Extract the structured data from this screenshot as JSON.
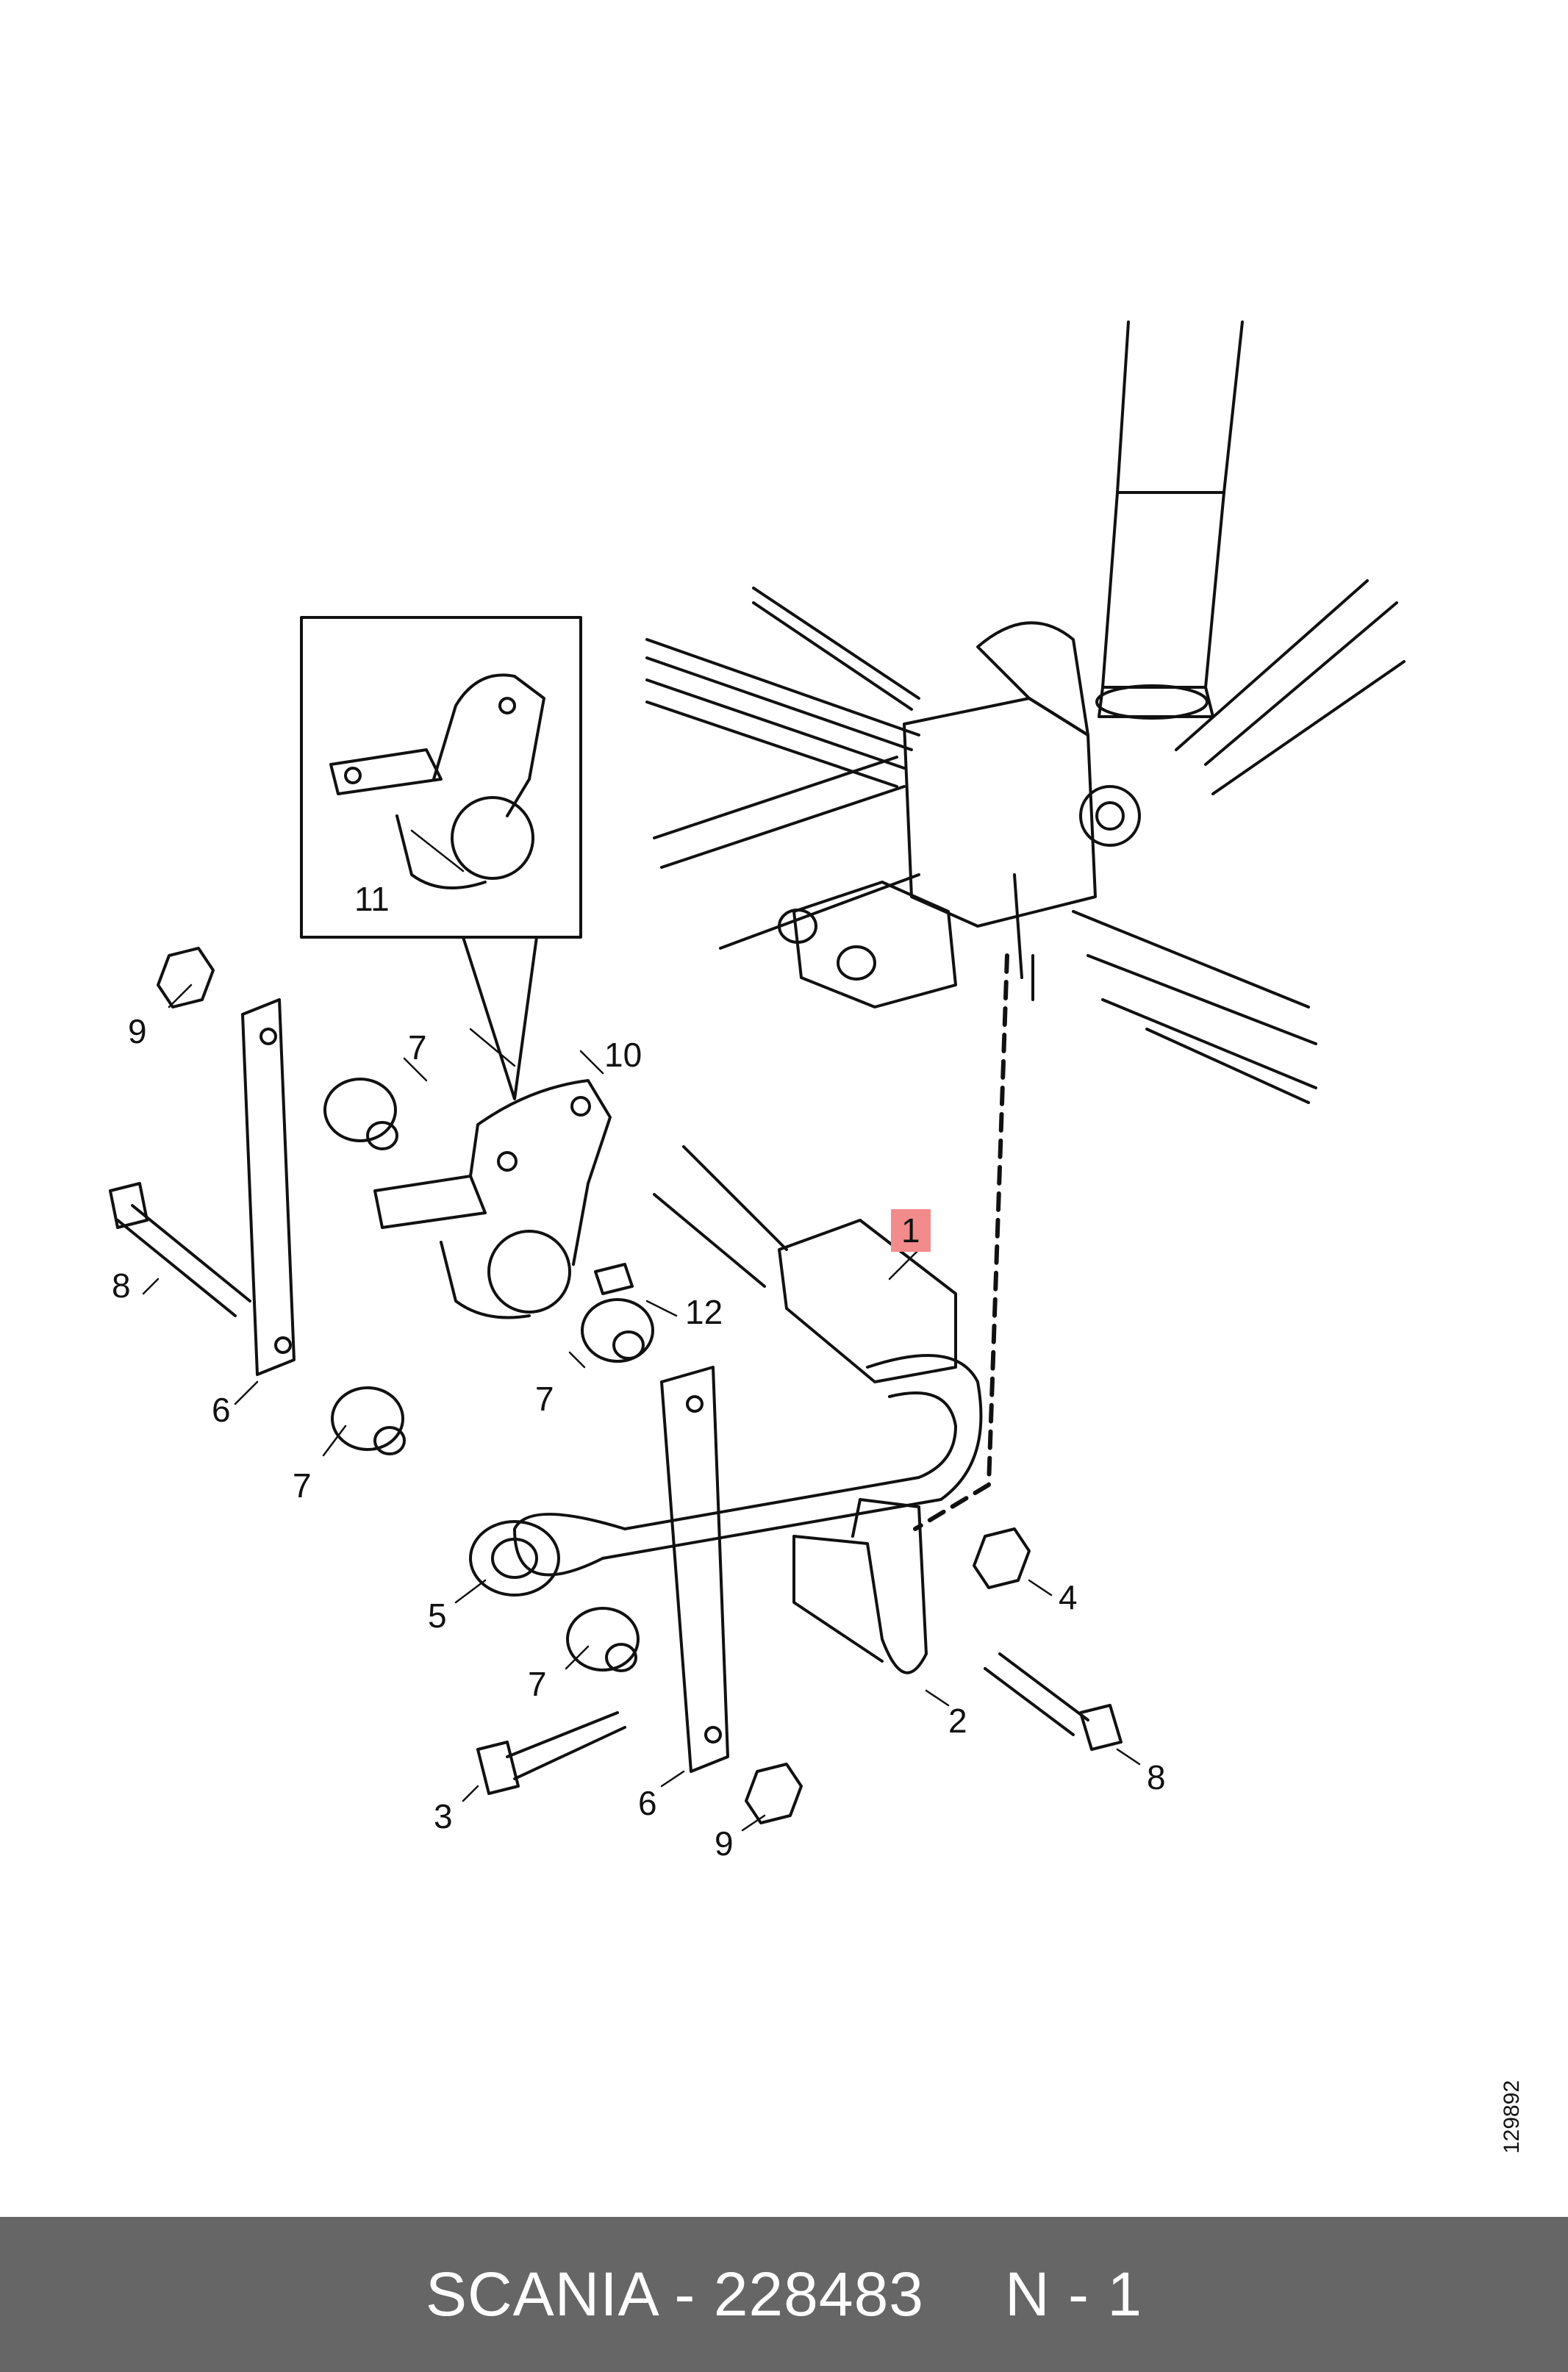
{
  "callouts": [
    {
      "num": "1",
      "highlight": true
    },
    {
      "num": "2"
    },
    {
      "num": "3"
    },
    {
      "num": "4"
    },
    {
      "num": "5"
    },
    {
      "num": "6"
    },
    {
      "num": "6"
    },
    {
      "num": "7"
    },
    {
      "num": "7"
    },
    {
      "num": "7"
    },
    {
      "num": "7"
    },
    {
      "num": "8"
    },
    {
      "num": "8"
    },
    {
      "num": "9"
    },
    {
      "num": "9"
    },
    {
      "num": "10"
    },
    {
      "num": "11"
    },
    {
      "num": "12"
    }
  ],
  "side_code": "129892",
  "footer": {
    "part": "SCANIA - 228483",
    "ref": "N - 1"
  },
  "colors": {
    "footer_bg": "#666666",
    "highlight": "#f28b8b",
    "line": "#111111"
  }
}
